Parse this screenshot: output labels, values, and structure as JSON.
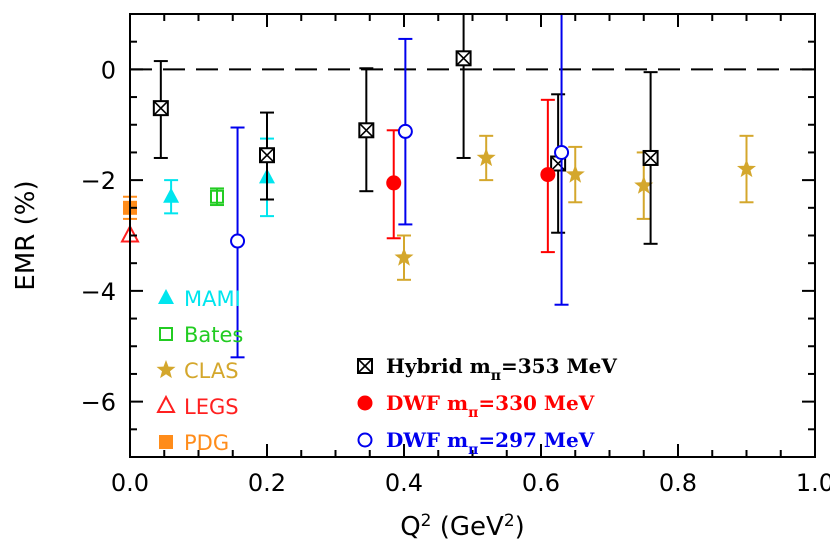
{
  "chart_data": {
    "type": "scatter",
    "xlabel_main": "Q",
    "xlabel_sup": "2",
    "xlabel_unit_open": "(GeV",
    "xlabel_unit_sup": "2",
    "xlabel_unit_close": ")",
    "ylabel": "EMR (%)",
    "xlim": [
      0.0,
      1.0
    ],
    "ylim": [
      -7,
      1
    ],
    "x_ticks": [
      "0.0",
      "0.2",
      "0.4",
      "0.6",
      "0.8",
      "1.0"
    ],
    "x_tick_values": [
      0.0,
      0.2,
      0.4,
      0.6,
      0.8,
      1.0
    ],
    "y_ticks": [
      "0",
      "−2",
      "−4",
      "−6"
    ],
    "y_tick_values": [
      0,
      -2,
      -4,
      -6
    ],
    "reference_line": {
      "y": 0,
      "style": "dashed"
    },
    "series": [
      {
        "name": "MAMI",
        "color": "#00e5ee",
        "marker": "filled-triangle",
        "points": [
          {
            "x": 0.06,
            "y": -2.3,
            "ylo": -2.6,
            "yhi": -2.0
          },
          {
            "x": 0.2,
            "y": -1.95,
            "ylo": -2.65,
            "yhi": -1.25
          }
        ]
      },
      {
        "name": "Bates",
        "color": "#22cc22",
        "marker": "open-square",
        "points": [
          {
            "x": 0.127,
            "y": -2.3,
            "ylo": -2.45,
            "yhi": -2.15
          }
        ]
      },
      {
        "name": "CLAS",
        "color": "#d4a72c",
        "marker": "star",
        "points": [
          {
            "x": 0.4,
            "y": -3.4,
            "ylo": -3.8,
            "yhi": -3.0
          },
          {
            "x": 0.52,
            "y": -1.6,
            "ylo": -2.0,
            "yhi": -1.2
          },
          {
            "x": 0.65,
            "y": -1.9,
            "ylo": -2.4,
            "yhi": -1.4
          },
          {
            "x": 0.75,
            "y": -2.1,
            "ylo": -2.7,
            "yhi": -1.5
          },
          {
            "x": 0.9,
            "y": -1.8,
            "ylo": -2.4,
            "yhi": -1.2
          }
        ]
      },
      {
        "name": "LEGS",
        "color": "#ff2020",
        "marker": "open-triangle",
        "points": [
          {
            "x": 0.0,
            "y": -3.0
          }
        ]
      },
      {
        "name": "PDG",
        "color": "#ff8c1a",
        "marker": "filled-square",
        "points": [
          {
            "x": 0.0,
            "y": -2.5,
            "ylo": -2.7,
            "yhi": -2.3
          }
        ]
      },
      {
        "name": "Hybrid",
        "label_main": "Hybrid  m",
        "label_sub": "π",
        "label_tail": "=353  MeV",
        "color": "#000000",
        "marker": "box-x",
        "points": [
          {
            "x": 0.045,
            "y": -0.7,
            "ylo": -1.6,
            "yhi": 0.15
          },
          {
            "x": 0.2,
            "y": -1.55,
            "ylo": -2.35,
            "yhi": -0.78
          },
          {
            "x": 0.345,
            "y": -1.1,
            "ylo": -2.2,
            "yhi": 0.02
          },
          {
            "x": 0.487,
            "y": 0.2,
            "ylo": -1.6,
            "yhi": 1.0
          },
          {
            "x": 0.625,
            "y": -1.7,
            "ylo": -2.95,
            "yhi": -0.45
          },
          {
            "x": 0.76,
            "y": -1.6,
            "ylo": -3.15,
            "yhi": -0.05
          }
        ]
      },
      {
        "name": "DWF 330",
        "label_main": "DWF  m",
        "label_sub": "π",
        "label_tail": "=330  MeV",
        "color": "#ff0000",
        "marker": "filled-circle",
        "points": [
          {
            "x": 0.385,
            "y": -2.05,
            "ylo": -3.05,
            "yhi": -1.1
          },
          {
            "x": 0.61,
            "y": -1.9,
            "ylo": -3.3,
            "yhi": -0.55
          }
        ]
      },
      {
        "name": "DWF 297",
        "label_main": "DWF  m",
        "label_sub": "π",
        "label_tail": "=297  MeV",
        "color": "#0000ee",
        "marker": "open-circle",
        "points": [
          {
            "x": 0.157,
            "y": -3.1,
            "ylo": -5.2,
            "yhi": -1.05
          },
          {
            "x": 0.402,
            "y": -1.12,
            "ylo": -2.8,
            "yhi": 0.55
          },
          {
            "x": 0.63,
            "y": -1.5,
            "ylo": -4.25,
            "yhi": 1.0
          }
        ]
      }
    ],
    "legend_left": [
      "MAMI",
      "Bates",
      "CLAS",
      "LEGS",
      "PDG"
    ],
    "legend_right": [
      "Hybrid",
      "DWF 330",
      "DWF 297"
    ]
  }
}
